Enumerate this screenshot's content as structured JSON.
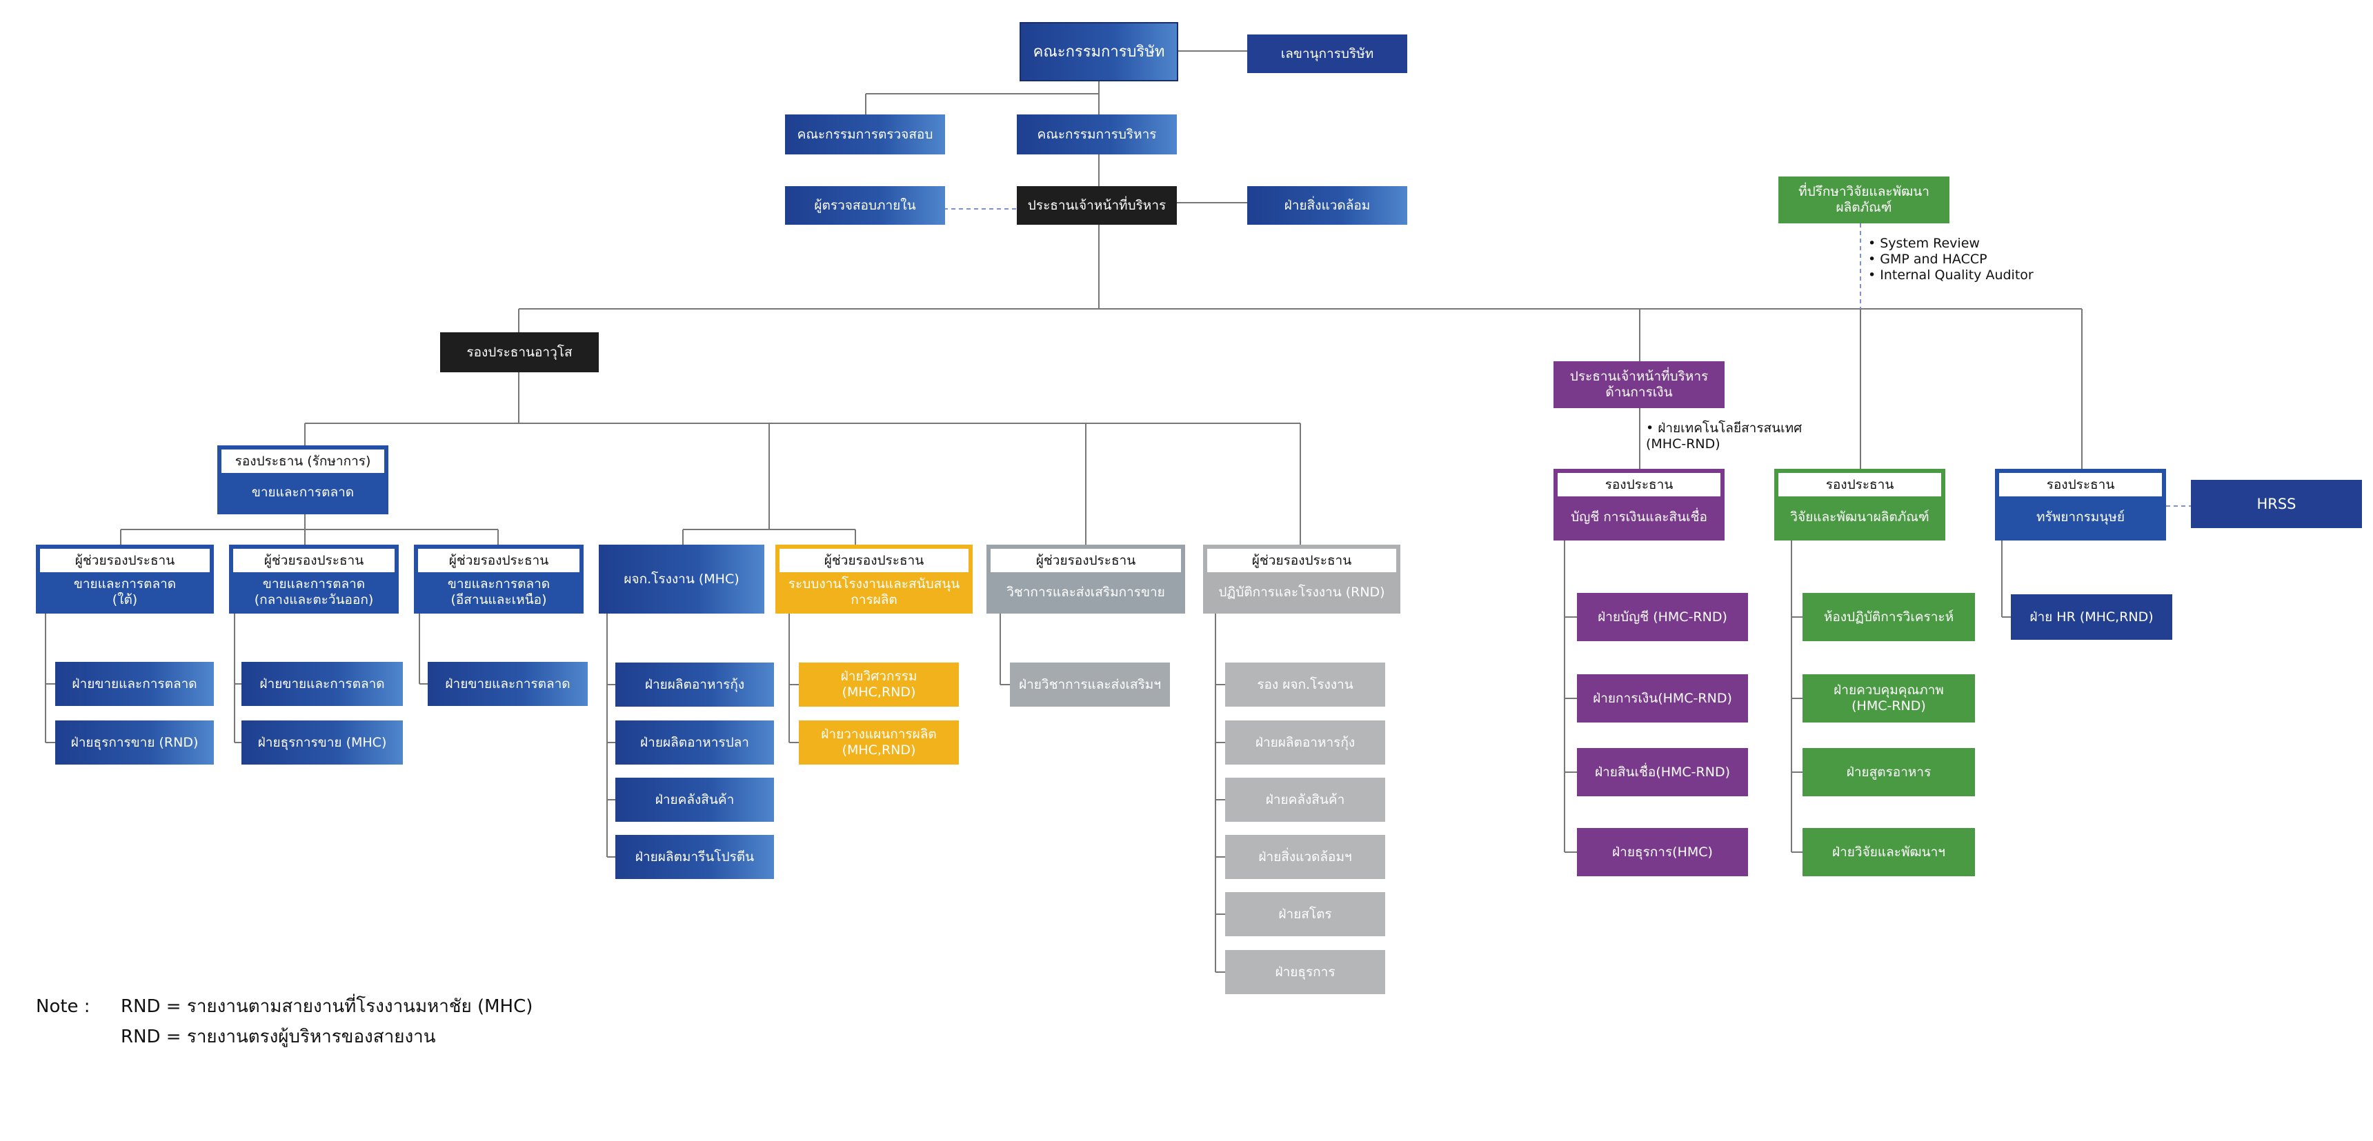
{
  "top": {
    "board": "คณะกรรมการบริษัท",
    "secretary": "เลขานุการบริษัท",
    "audit_committee": "คณะกรรมการตรวจสอบ",
    "exec_committee": "คณะกรรมการบริหาร",
    "internal_audit": "ผู้ตรวจสอบภายใน",
    "ceo": "ประธานเจ้าหน้าที่บริหาร",
    "environment": "ฝ่ายสิ่งแวดล้อม"
  },
  "advisor": {
    "title": "ที่ปรึกษาวิจัยและพัฒนา\nผลิตภัณฑ์",
    "bullets": [
      "• System Review",
      "• GMP and HACCP",
      "• Internal Quality Auditor"
    ]
  },
  "senior_vp": "รองประธานอาวุโส",
  "cfo": {
    "title": "ประธานเจ้าหน้าที่บริหาร\nด้านการเงิน",
    "note": "• ฝ่ายเทคโนโลยีสารสนเทศ\n   (MHC-RND)"
  },
  "vp_sales": {
    "label": "รองประธาน (รักษาการ)",
    "sub": "ขายและการตลาด"
  },
  "avp_south": {
    "label": "ผู้ช่วยรองประธาน",
    "sub": "ขายและการตลาด\n(ใต้)",
    "items": [
      "ฝ่ายขายและการตลาด",
      "ฝ่ายธุรการขาย (RND)"
    ]
  },
  "avp_central": {
    "label": "ผู้ช่วยรองประธาน",
    "sub": "ขายและการตลาด\n(กลางและตะวันออก)",
    "items": [
      "ฝ่ายขายและการตลาด",
      "ฝ่ายธุรการขาย (MHC)"
    ]
  },
  "avp_ne": {
    "label": "ผู้ช่วยรองประธาน",
    "sub": "ขายและการตลาด\n(อีสานและเหนือ)",
    "items": [
      "ฝ่ายขายและการตลาด"
    ]
  },
  "factory_mgr": {
    "title": "ผจก.โรงงาน (MHC)",
    "items": [
      "ฝ่ายผลิตอาหารกุ้ง",
      "ฝ่ายผลิตอาหารปลา",
      "ฝ่ายคลังสินค้า",
      "ฝ่ายผลิตมารีนโปรตีน"
    ]
  },
  "avp_systems": {
    "label": "ผู้ช่วยรองประธาน",
    "sub": "ระบบงานโรงงานและสนับสนุน\nการผลิต",
    "items": [
      "ฝ่ายวิศวกรรม\n(MHC,RND)",
      "ฝ่ายวางแผนการผลิต\n(MHC,RND)"
    ]
  },
  "avp_tech": {
    "label": "ผู้ช่วยรองประธาน",
    "sub": "วิชาการและส่งเสริมการขาย",
    "items": [
      "ฝ่ายวิชาการและส่งเสริมฯ"
    ]
  },
  "avp_ops": {
    "label": "ผู้ช่วยรองประธาน",
    "sub": "ปฏิบัติการและโรงงาน (RND)",
    "items": [
      "รอง ผจก.โรงงาน",
      "ฝ่ายผลิตอาหารกุ้ง",
      "ฝ่ายคลังสินค้า",
      "ฝ่ายสิ่งแวดล้อมฯ",
      "ฝ่ายสโตร",
      "ฝ่ายธุรการ"
    ]
  },
  "vp_finance": {
    "label": "รองประธาน",
    "sub": "บัญชี การเงินและสินเชื่อ",
    "items": [
      "ฝ่ายบัญชี (HMC-RND)",
      "ฝ่ายการเงิน(HMC-RND)",
      "ฝ่ายสินเชื่อ(HMC-RND)",
      "ฝ่ายธุรการ(HMC)"
    ]
  },
  "vp_rd": {
    "label": "รองประธาน",
    "sub": "วิจัยและพัฒนาผลิตภัณฑ์",
    "items": [
      "ห้องปฏิบัติการวิเคราะห์",
      "ฝ่ายควบคุมคุณภาพ\n(HMC-RND)",
      "ฝ่ายสูตรอาหาร",
      "ฝ่ายวิจัยและพัฒนาฯ"
    ]
  },
  "vp_hr": {
    "label": "รองประธาน",
    "sub": "ทรัพยากรมนุษย์",
    "items": [
      "ฝ่าย HR (MHC,RND)"
    ],
    "side": "HRSS"
  },
  "note": {
    "label": "Note :",
    "line1": "RND = รายงานตามสายงานที่โรงงานมหาชัย (MHC)",
    "line2": "RND = รายงานตรงผู้บริหารของสายงาน"
  },
  "colors": {
    "blue": "#2451a5",
    "purple": "#7a3a8c",
    "green": "#4a9a43",
    "yellow": "#f2b21b",
    "gray": "#a5aaae"
  }
}
